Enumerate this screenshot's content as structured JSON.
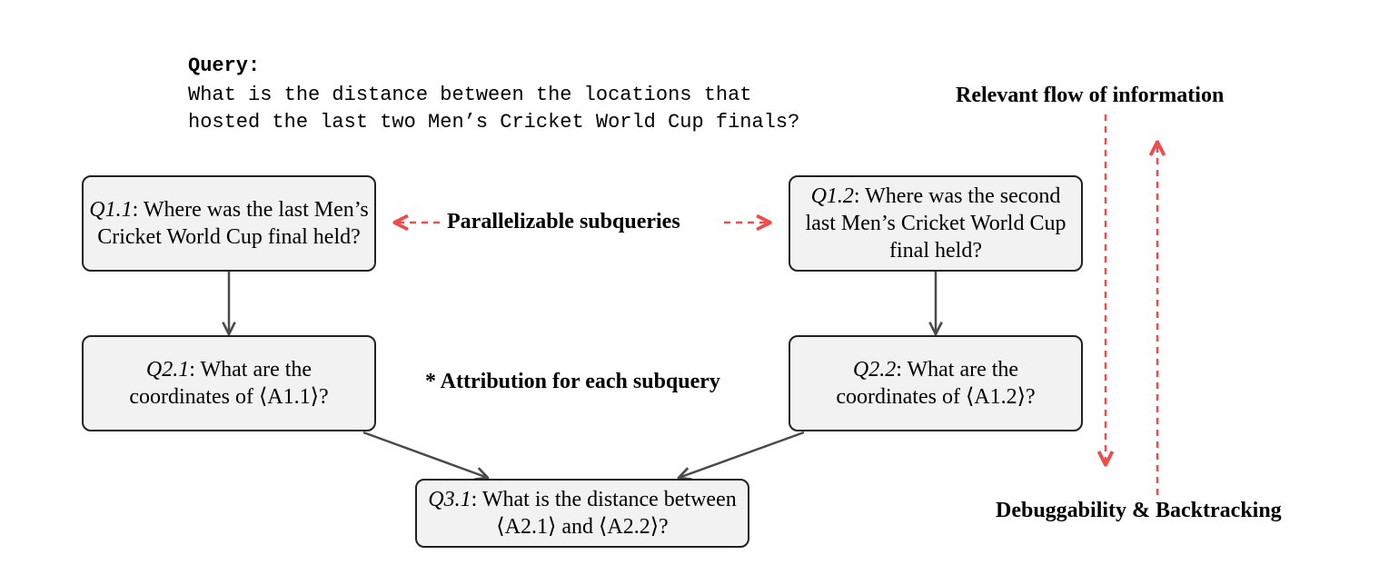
{
  "query": {
    "label": "Query:",
    "text": "What is the distance between the locations that\nhosted the last two Men’s Cricket World Cup finals?"
  },
  "boxes": {
    "q11": {
      "id": "Q1.1",
      "rest": ": Where was the last Men’s Cricket World Cup final held?"
    },
    "q12": {
      "id": "Q1.2",
      "rest": ": Where was the second last Men’s Cricket World Cup final held?"
    },
    "q21": {
      "id": "Q2.1",
      "rest": ": What are the coordinates of ⟨A1.1⟩?"
    },
    "q22": {
      "id": "Q2.2",
      "rest": ": What are the coordinates of ⟨A1.2⟩?"
    },
    "q31": {
      "id": "Q3.1",
      "rest": ": What is the distance between ⟨A2.1⟩ and ⟨A2.2⟩?"
    }
  },
  "labels": {
    "parallel": "Parallelizable subqueries",
    "attribution": "* Attribution for each subquery",
    "relevant_flow": "Relevant flow of information",
    "debuggability": "Debuggability & Backtracking"
  },
  "colors": {
    "accent_red": "#f04a4a",
    "arrow_gray": "#4a4a4a",
    "box_fill": "#f2f2f2"
  }
}
